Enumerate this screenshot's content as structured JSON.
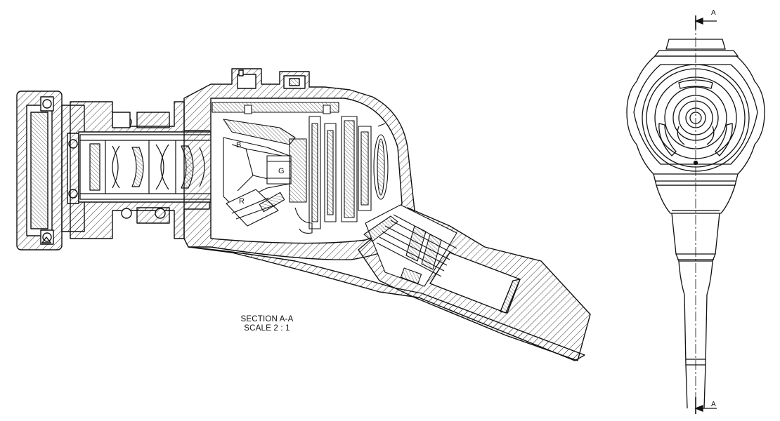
{
  "section_view": {
    "title": "SECTION A-A",
    "scale": "SCALE 2 : 1",
    "prism_labels": [
      "B",
      "G",
      "R"
    ]
  },
  "end_view": {
    "section_marker_top": "A",
    "section_marker_bottom": "A"
  }
}
